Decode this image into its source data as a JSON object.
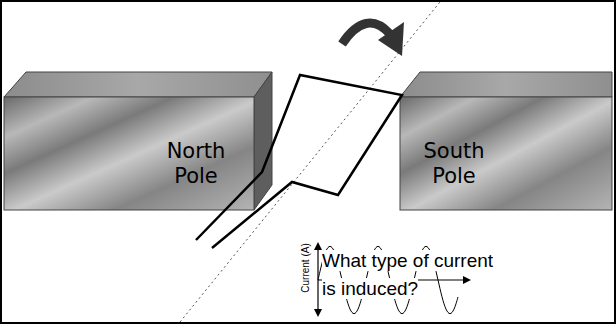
{
  "diagram": {
    "nodes": [
      {
        "text": [
          "North Pole"
        ]
      },
      {
        "text": [
          "South Pole"
        ]
      }
    ],
    "labels": [
      "Current (A)",
      "What type of current is induced?"
    ]
  }
}
